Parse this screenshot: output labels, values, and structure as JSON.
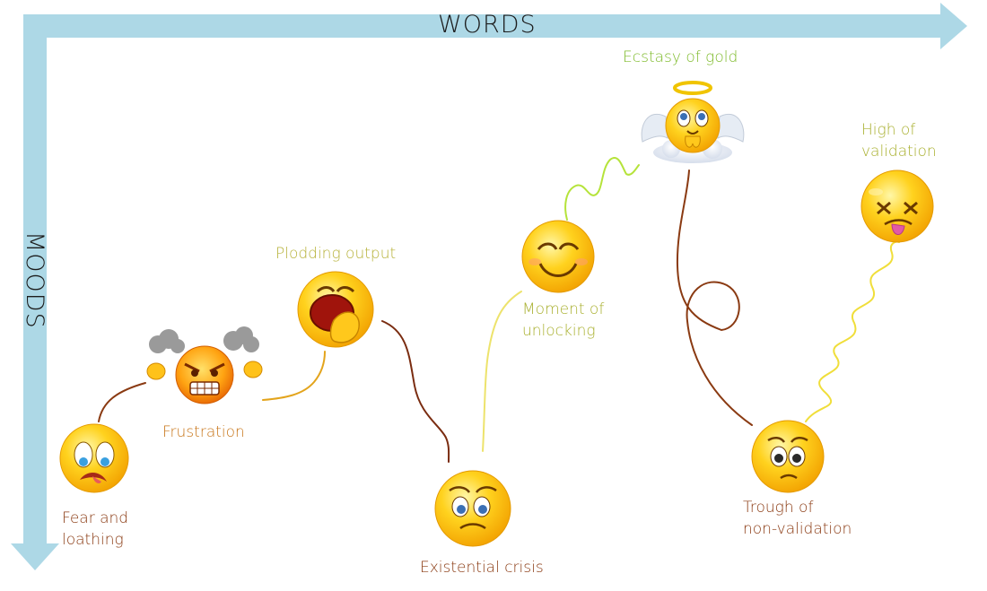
{
  "axes": {
    "x_label": "WORDS",
    "y_label": "MOODS",
    "axis_color": "#add8e6"
  },
  "moods": [
    {
      "id": "fear",
      "label_lines": [
        "Fear and",
        "loathing"
      ],
      "emoji": "crying-face-icon",
      "color": "#8a3a12"
    },
    {
      "id": "frustration",
      "label_lines": [
        "Frustration"
      ],
      "emoji": "angry-face-icon",
      "color": "#c8761a"
    },
    {
      "id": "plodding",
      "label_lines": [
        "Plodding output"
      ],
      "emoji": "yawning-face-icon",
      "color": "#b7b23a"
    },
    {
      "id": "existential",
      "label_lines": [
        "Existential crisis"
      ],
      "emoji": "sad-face-icon",
      "color": "#8a3a12"
    },
    {
      "id": "unlocking",
      "label_lines": [
        "Moment of",
        "unlocking"
      ],
      "emoji": "smiling-face-icon",
      "color": "#a9b02f"
    },
    {
      "id": "ecstasy",
      "label_lines": [
        "Ecstasy of gold"
      ],
      "emoji": "angel-face-icon",
      "color": "#7fbb2c"
    },
    {
      "id": "trough",
      "label_lines": [
        "Trough of",
        "non-validation"
      ],
      "emoji": "worried-face-icon",
      "color": "#8a3a12"
    },
    {
      "id": "high",
      "label_lines": [
        "High of",
        "validation"
      ],
      "emoji": "dizzy-face-icon",
      "color": "#a9b02f"
    }
  ]
}
